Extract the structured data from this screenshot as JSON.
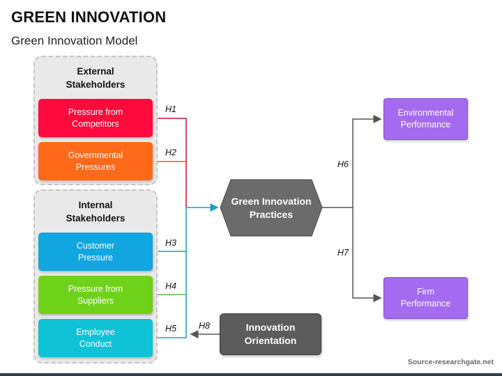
{
  "header": {
    "title": "GREEN INNOVATION",
    "subtitle": "Green Innovation Model"
  },
  "external_group": {
    "label": "External\nStakeholders",
    "items": [
      {
        "label": "Pressure from\nCompetitors",
        "color": "#ff0a3c"
      },
      {
        "label": "Governmental\nPressures",
        "color": "#ff6a1a"
      }
    ]
  },
  "internal_group": {
    "label": "Internal\nStakeholders",
    "items": [
      {
        "label": "Customer\nPressure",
        "color": "#11a6e0"
      },
      {
        "label": "Pressure from\nSuppliers",
        "color": "#6fd21a"
      },
      {
        "label": "Employee\nConduct",
        "color": "#0fc2d6"
      }
    ]
  },
  "center": {
    "label": "Green Innovation\nPractices",
    "color": "#6b6b6b"
  },
  "orientation": {
    "label": "Innovation\nOrientation",
    "color": "#5c5c5c"
  },
  "outcomes": [
    {
      "label": "Environmental\nPerformance",
      "color": "#a46bf0"
    },
    {
      "label": "Firm\nPerformance",
      "color": "#a46bf0"
    }
  ],
  "hypotheses": {
    "h1": "H1",
    "h2": "H2",
    "h3": "H3",
    "h4": "H4",
    "h5": "H5",
    "h6": "H6",
    "h7": "H7",
    "h8": "H8"
  },
  "footer": {
    "source": "Source-researchgate.net"
  }
}
